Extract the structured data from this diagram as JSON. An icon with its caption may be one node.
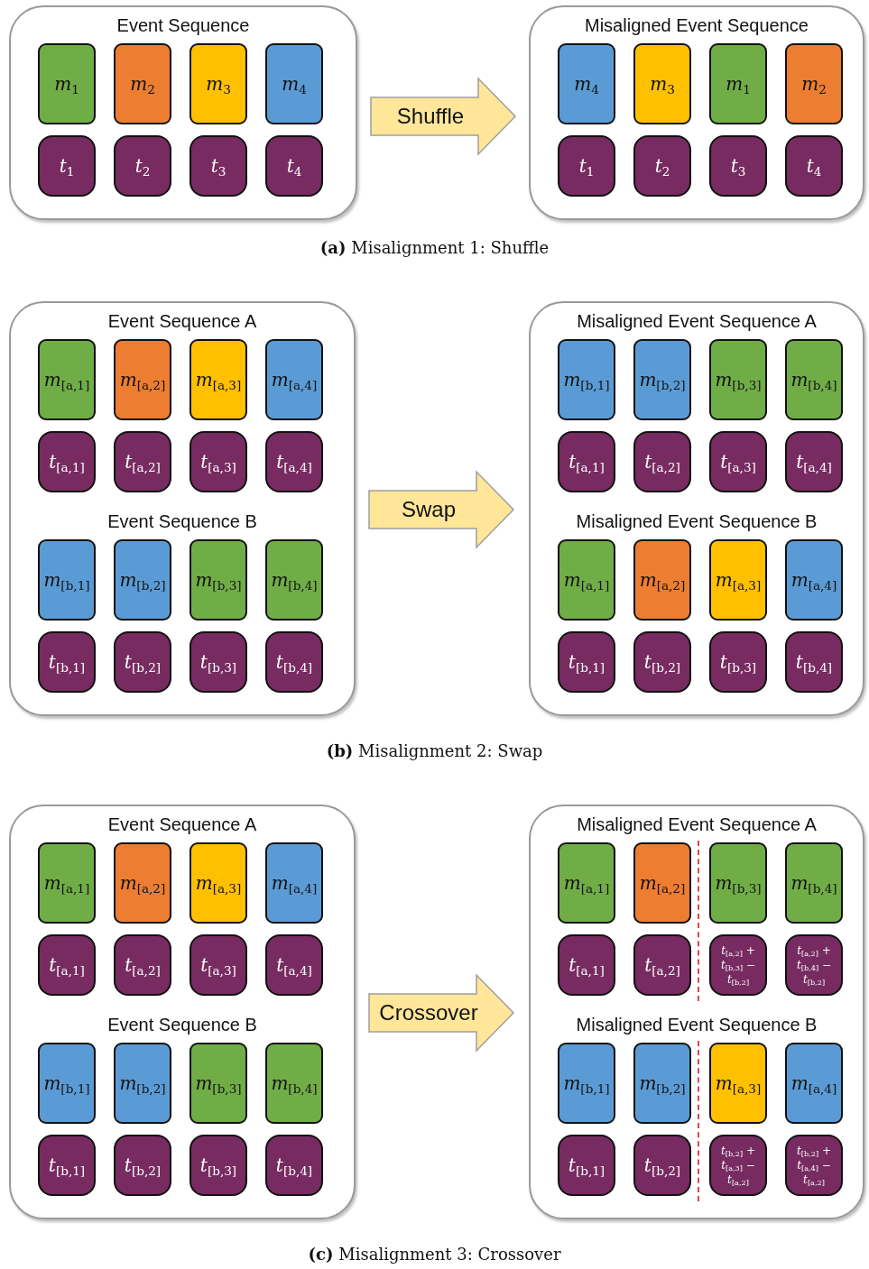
{
  "diagram": {
    "nodes": [
      {
        "text": [
          "Event Sequence"
        ]
      },
      {
        "text": [
          "*m*$_{1}$"
        ],
        "in": 0
      },
      {
        "text": [
          "*m*$_{2}$"
        ],
        "in": 0
      },
      {
        "text": [
          "*m*$_{3}$"
        ],
        "in": 0
      },
      {
        "text": [
          "*m*$_{4}$"
        ],
        "in": 0
      },
      {
        "text": [
          "*t*$_{1}$"
        ],
        "in": 0
      },
      {
        "text": [
          "*t*$_{2}$"
        ],
        "in": 0
      },
      {
        "text": [
          "*t*$_{3}$"
        ],
        "in": 0
      },
      {
        "text": [
          "*t*$_{4}$"
        ],
        "in": 0
      },
      {
        "text": [
          "Shuffle"
        ]
      },
      {
        "text": [
          "Misaligned Event Sequence"
        ]
      },
      {
        "text": [
          "*m*$_{4}$"
        ],
        "in": 10
      },
      {
        "text": [
          "*m*$_{3}$"
        ],
        "in": 10
      },
      {
        "text": [
          "*m*$_{1}$"
        ],
        "in": 10
      },
      {
        "text": [
          "*m*$_{2}$"
        ],
        "in": 10
      },
      {
        "text": [
          "*t*$_{1}$"
        ],
        "in": 10
      },
      {
        "text": [
          "*t*$_{2}$"
        ],
        "in": 10
      },
      {
        "text": [
          "*t*$_{3}$"
        ],
        "in": 10
      },
      {
        "text": [
          "*t*$_{4}$"
        ],
        "in": 10
      },
      {
        "text": [
          "Event Sequence A",
          "Event Sequence B"
        ]
      },
      {
        "text": [
          "*m*$_{[a,1]}$"
        ],
        "in": 19
      },
      {
        "text": [
          "*m*$_{[a,2]}$"
        ],
        "in": 19
      },
      {
        "text": [
          "*m*$_{[a,3]}$"
        ],
        "in": 19
      },
      {
        "text": [
          "*m*$_{[a,4]}$"
        ],
        "in": 19
      },
      {
        "text": [
          "*t*$_{[a,1]}$"
        ],
        "in": 19
      },
      {
        "text": [
          "*t*$_{[a,2]}$"
        ],
        "in": 19
      },
      {
        "text": [
          "*t*$_{[a,3]}$"
        ],
        "in": 19
      },
      {
        "text": [
          "*t*$_{[a,4]}$"
        ],
        "in": 19
      },
      {
        "text": [
          "*m*$_{[b,1]}$"
        ],
        "in": 19
      },
      {
        "text": [
          "*m*$_{[b,2]}$"
        ],
        "in": 19
      },
      {
        "text": [
          "*m*$_{[b,3]}$"
        ],
        "in": 19
      },
      {
        "text": [
          "*m*$_{[b,4]}$"
        ],
        "in": 19
      },
      {
        "text": [
          "*t*$_{[b,1]}$"
        ],
        "in": 19
      },
      {
        "text": [
          "*t*$_{[b,2]}$"
        ],
        "in": 19
      },
      {
        "text": [
          "*t*$_{[b,3]}$"
        ],
        "in": 19
      },
      {
        "text": [
          "*t*$_{[b,4]}$"
        ],
        "in": 19
      },
      {
        "text": [
          "Swap"
        ]
      },
      {
        "text": [
          "Misaligned Event Sequence A",
          "Misaligned Event Sequence B"
        ]
      },
      {
        "text": [
          "*m*$_{[b,1]}$"
        ],
        "in": 37
      },
      {
        "text": [
          "*m*$_{[b,2]}$"
        ],
        "in": 37
      },
      {
        "text": [
          "*m*$_{[b,3]}$"
        ],
        "in": 37
      },
      {
        "text": [
          "*m*$_{[b,4]}$"
        ],
        "in": 37
      },
      {
        "text": [
          "*t*$_{[a,1]}$"
        ],
        "in": 37
      },
      {
        "text": [
          "*t*$_{[a,2]}$"
        ],
        "in": 37
      },
      {
        "text": [
          "*t*$_{[a,3]}$"
        ],
        "in": 37
      },
      {
        "text": [
          "*t*$_{[a,4]}$"
        ],
        "in": 37
      },
      {
        "text": [
          "*m*$_{[a,1]}$"
        ],
        "in": 37
      },
      {
        "text": [
          "*m*$_{[a,2]}$"
        ],
        "in": 37
      },
      {
        "text": [
          "*m*$_{[a,3]}$"
        ],
        "in": 37
      },
      {
        "text": [
          "*m*$_{[a,4]}$"
        ],
        "in": 37
      },
      {
        "text": [
          "*t*$_{[b,1]}$"
        ],
        "in": 37
      },
      {
        "text": [
          "*t*$_{[b,2]}$"
        ],
        "in": 37
      },
      {
        "text": [
          "*t*$_{[b,3]}$"
        ],
        "in": 37
      },
      {
        "text": [
          "*t*$_{[b,4]}$"
        ],
        "in": 37
      },
      {
        "text": [
          "Event Sequence A",
          "Event Sequence B"
        ]
      },
      {
        "text": [
          "*m*$_{[a,1]}$"
        ],
        "in": 54
      },
      {
        "text": [
          "*m*$_{[a,2]}$"
        ],
        "in": 54
      },
      {
        "text": [
          "*m*$_{[a,3]}$"
        ],
        "in": 54
      },
      {
        "text": [
          "*m*$_{[a,4]}$"
        ],
        "in": 54
      },
      {
        "text": [
          "*t*$_{[a,1]}$"
        ],
        "in": 54
      },
      {
        "text": [
          "*t*$_{[a,2]}$"
        ],
        "in": 54
      },
      {
        "text": [
          "*t*$_{[a,3]}$"
        ],
        "in": 54
      },
      {
        "text": [
          "*t*$_{[a,4]}$"
        ],
        "in": 54
      },
      {
        "text": [
          "*m*$_{[b,1]}$"
        ],
        "in": 54
      },
      {
        "text": [
          "*m*$_{[b,2]}$"
        ],
        "in": 54
      },
      {
        "text": [
          "*m*$_{[b,3]}$"
        ],
        "in": 54
      },
      {
        "text": [
          "*m*$_{[b,4]}$"
        ],
        "in": 54
      },
      {
        "text": [
          "*t*$_{[b,1]}$"
        ],
        "in": 54
      },
      {
        "text": [
          "*t*$_{[b,2]}$"
        ],
        "in": 54
      },
      {
        "text": [
          "*t*$_{[b,3]}$"
        ],
        "in": 54
      },
      {
        "text": [
          "*t*$_{[b,4]}$"
        ],
        "in": 54
      },
      {
        "text": [
          "Crossover"
        ]
      },
      {
        "text": [
          "Misaligned Event Sequence A",
          "Misaligned Event Sequence B"
        ]
      },
      {
        "text": [
          "*m*$_{[a,1]}$"
        ],
        "in": 72
      },
      {
        "text": [
          "*m*$_{[a,2]}$"
        ],
        "in": 72
      },
      {
        "text": [
          "*m*$_{[b,3]}$"
        ],
        "in": 72
      },
      {
        "text": [
          "*m*$_{[b,4]}$"
        ],
        "in": 72
      },
      {
        "text": [
          "*t*$_{[a,1]}$"
        ],
        "in": 72
      },
      {
        "text": [
          "*t*$_{[a,2]}$"
        ],
        "in": 72
      },
      {
        "text": [
          "*t*$_{[a,2]}$ + *t*$_{[b,3]}$ − *t*$_{[b,2]}$"
        ],
        "in": 72
      },
      {
        "text": [
          "*t*$_{[a,2]}$ + *t*$_{[b,4]}$ − *t*$_{[b,2]}$"
        ],
        "in": 72
      },
      {
        "text": [
          "*m*$_{[b,1]}$"
        ],
        "in": 72
      },
      {
        "text": [
          "*m*$_{[b,2]}$"
        ],
        "in": 72
      },
      {
        "text": [
          "*m*$_{[a,3]}$"
        ],
        "in": 72
      },
      {
        "text": [
          "*m*$_{[a,4]}$"
        ],
        "in": 72
      },
      {
        "text": [
          "*t*$_{[b,1]}$"
        ],
        "in": 72
      },
      {
        "text": [
          "*t*$_{[b,2]}$"
        ],
        "in": 72
      },
      {
        "text": [
          "*t*$_{[b,2]}$ + *t*$_{[a,3]}$ − *t*$_{[a,2]}$"
        ],
        "in": 72
      },
      {
        "text": [
          "*t*$_{[b,2]}$ + *t*$_{[a,4]}$ − *t*$_{[a,2]}$"
        ],
        "in": 72
      }
    ],
    "labels": [
      "**(a)** Misalignment 1: Shuffle",
      "**(b)** Misalignment 2: Swap",
      "**(c)** Misalignment 3: Crossover"
    ]
  }
}
